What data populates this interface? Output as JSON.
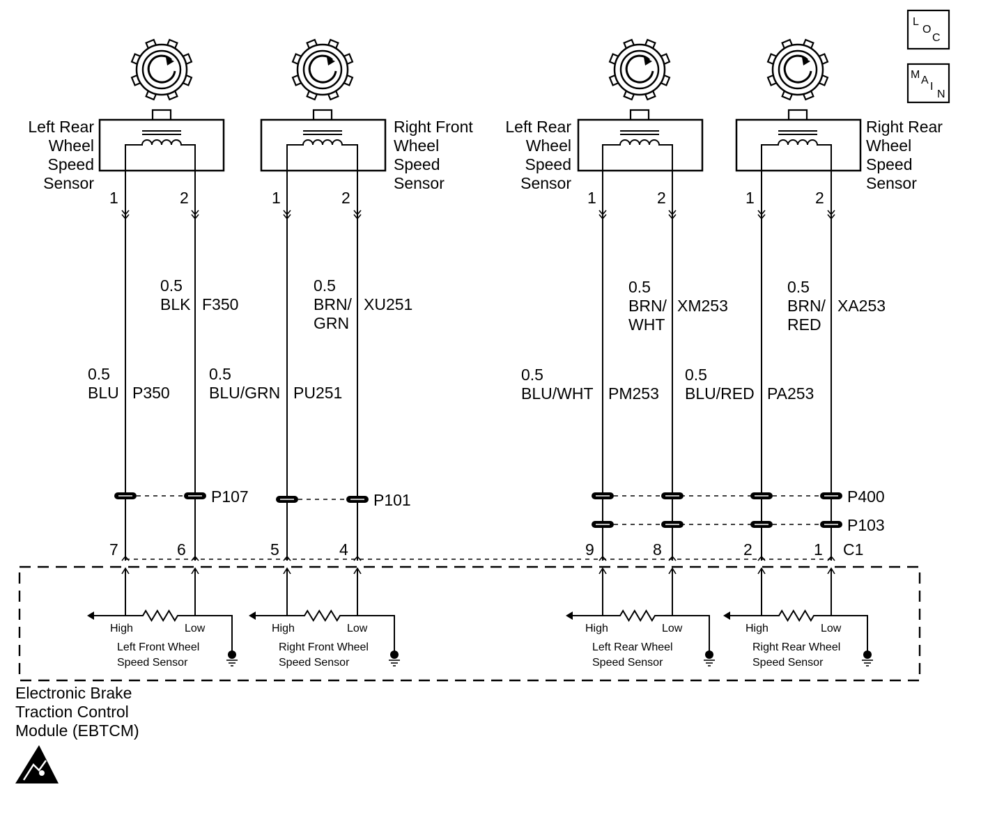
{
  "icons": {
    "loc": [
      "L",
      "O",
      "C"
    ],
    "main": [
      "M",
      "A",
      "I",
      "N"
    ]
  },
  "sensors": [
    {
      "label": [
        "Left Rear",
        "Wheel",
        "Speed",
        "Sensor"
      ],
      "pins": [
        "1",
        "2"
      ]
    },
    {
      "label": [
        "Right Front",
        "Wheel",
        "Speed",
        "Sensor"
      ],
      "pins": [
        "1",
        "2"
      ]
    },
    {
      "label": [
        "Left Rear",
        "Wheel",
        "Speed",
        "Sensor"
      ],
      "pins": [
        "1",
        "2"
      ]
    },
    {
      "label": [
        "Right Rear",
        "Wheel",
        "Speed",
        "Sensor"
      ],
      "pins": [
        "1",
        "2"
      ]
    }
  ],
  "upper_wires": [
    {
      "size": "0.5",
      "color": [
        "BLK"
      ],
      "circuit": "F350"
    },
    {
      "size": "0.5",
      "color": [
        "BRN/",
        "GRN"
      ],
      "circuit": "XU251"
    },
    {
      "size": "0.5",
      "color": [
        "BRN/",
        "WHT"
      ],
      "circuit": "XM253"
    },
    {
      "size": "0.5",
      "color": [
        "BRN/",
        "RED"
      ],
      "circuit": "XA253"
    }
  ],
  "lower_wires": [
    {
      "size": "0.5",
      "color": "BLU",
      "circuit": "P350"
    },
    {
      "size": "0.5",
      "color": "BLU/GRN",
      "circuit": "PU251"
    },
    {
      "size": "0.5",
      "color": "BLU/WHT",
      "circuit": "PM253"
    },
    {
      "size": "0.5",
      "color": "BLU/RED",
      "circuit": "PA253"
    }
  ],
  "connectors": [
    "P107",
    "P101",
    "P400",
    "P103",
    "C1"
  ],
  "module_pins": [
    "7",
    "6",
    "5",
    "4",
    "9",
    "8",
    "2",
    "1"
  ],
  "inputs": [
    {
      "high": "High",
      "low": "Low",
      "name": [
        "Left Front Wheel",
        "Speed Sensor"
      ]
    },
    {
      "high": "High",
      "low": "Low",
      "name": [
        "Right Front Wheel",
        "Speed Sensor"
      ]
    },
    {
      "high": "High",
      "low": "Low",
      "name": [
        "Left Rear Wheel",
        "Speed Sensor"
      ]
    },
    {
      "high": "High",
      "low": "Low",
      "name": [
        "Right Rear Wheel",
        "Speed Sensor"
      ]
    }
  ],
  "module_name": [
    "Electronic Brake",
    "Traction Control",
    "Module (EBTCM)"
  ],
  "esd_icon": "esd-warning-icon"
}
